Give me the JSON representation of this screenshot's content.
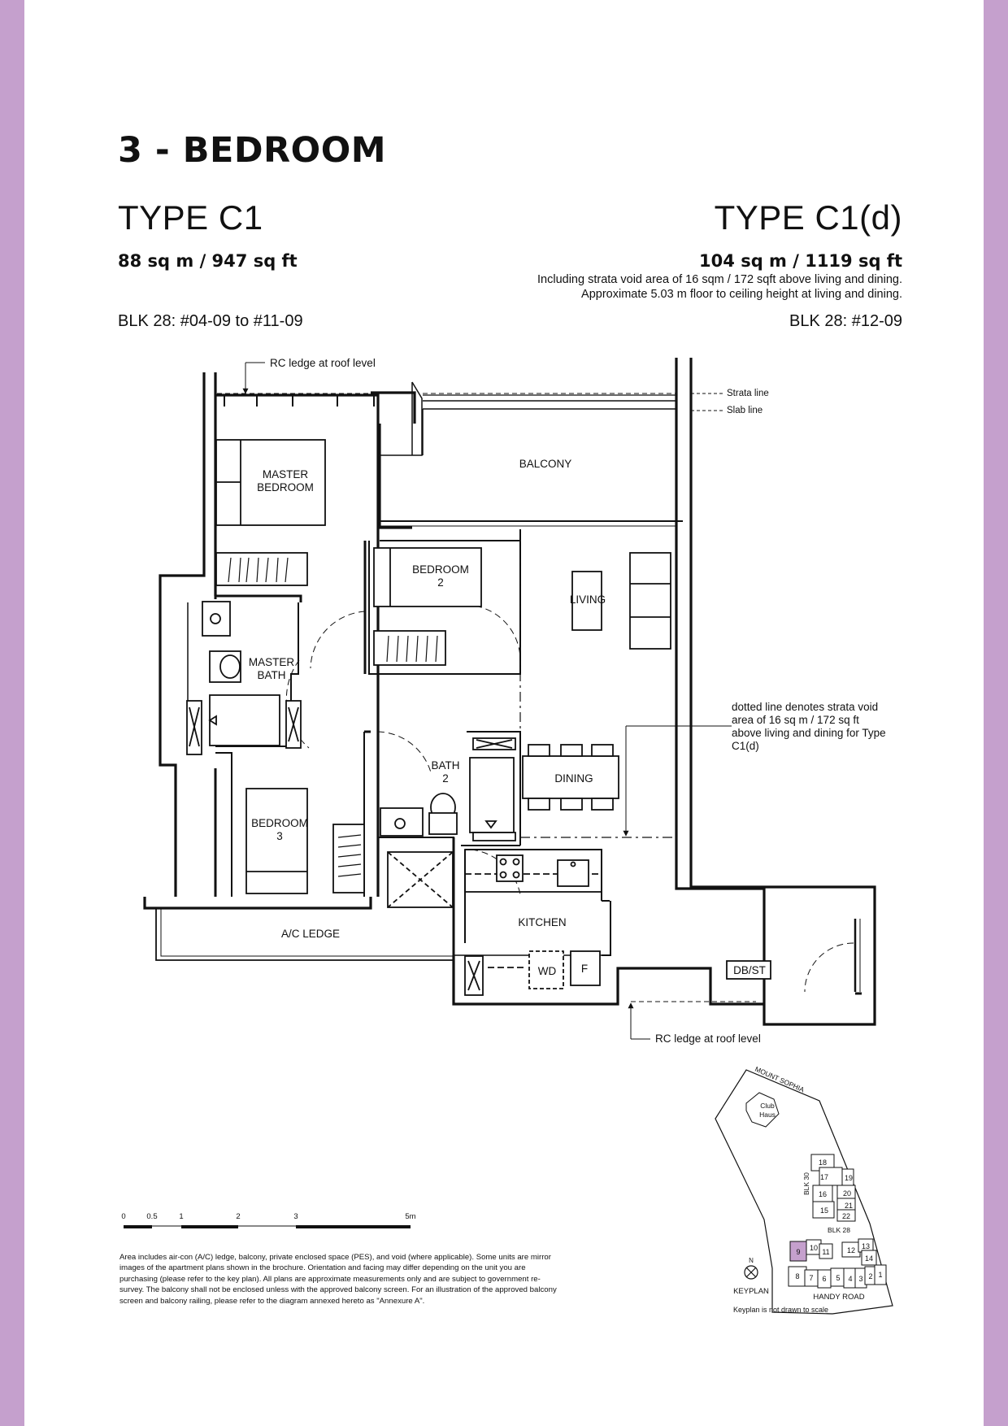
{
  "theme": {
    "side_bar_color": "#c5a0cd",
    "unit_highlight_color": "#c5a0cd"
  },
  "page": {
    "heading": "3 - BEDROOM"
  },
  "type_left": {
    "title": "TYPE C1",
    "area": "88 sq m / 947 sq ft",
    "blk": "BLK 28: #04-09 to #11-09"
  },
  "type_right": {
    "title": "TYPE C1(d)",
    "area": "104 sq m / 1119 sq ft",
    "notes": [
      "Including strata void area of 16 sqm / 172 sqft above living and dining.",
      "Approximate 5.03 m floor to ceiling height at living and dining."
    ],
    "blk": "BLK 28: #12-09"
  },
  "floor_plan": {
    "rooms": {
      "master_bedroom": [
        "MASTER",
        "BEDROOM"
      ],
      "balcony": "BALCONY",
      "bedroom_2": [
        "BEDROOM",
        "2"
      ],
      "living": "LIVING",
      "master_bath": [
        "MASTER",
        "BATH"
      ],
      "bath_2": [
        "BATH",
        "2"
      ],
      "dining": "DINING",
      "bedroom_3": [
        "BEDROOM",
        "3"
      ],
      "kitchen": "KITCHEN",
      "ac_ledge": "A/C LEDGE",
      "wd": "WD",
      "fridge": "F",
      "db_st": "DB/ST"
    },
    "annotations": {
      "rc_ledge_top": "RC ledge at roof level",
      "rc_ledge_bottom": "RC ledge at roof level",
      "strata_line": "Strata line",
      "slab_line": "Slab line",
      "void_note": [
        "dotted line denotes strata void",
        "area of 16 sq m / 172 sq ft",
        "above living and dining for Type",
        "C1(d)"
      ]
    }
  },
  "scale_bar": {
    "labels": [
      "0",
      "0.5",
      "1",
      "2",
      "3",
      "5m"
    ]
  },
  "disclaimer": "Area includes air-con (A/C) ledge, balcony, private enclosed space (PES), and void (where applicable). Some units are mirror images of the apartment plans shown in the brochure. Orientation and facing may differ depending on the unit you are purchasing (please refer to the key plan). All plans are approximate measurements only and are subject to government re-survey. The balcony shall not be enclosed unless with the approved balcony screen. For an illustration of the approved balcony screen and balcony railing, please refer to the diagram annexed hereto as \"Annexure A\".",
  "keyplan": {
    "road_top": "MOUNT SOPHIA",
    "club": [
      "Club",
      "Haus"
    ],
    "blk30": "BLK 30",
    "blk28": "BLK 28",
    "road_bottom": "HANDY ROAD",
    "label": "KEYPLAN",
    "north": "N",
    "note": "Keyplan is not drawn to scale",
    "blocks_upper": [
      "18",
      "17",
      "19",
      "16",
      "20",
      "21",
      "15",
      "22"
    ],
    "blocks_lower": [
      "9",
      "10",
      "11",
      "12",
      "13",
      "14",
      "8",
      "7",
      "6",
      "5",
      "4",
      "3",
      "2",
      "1"
    ],
    "highlighted_block": "9"
  }
}
